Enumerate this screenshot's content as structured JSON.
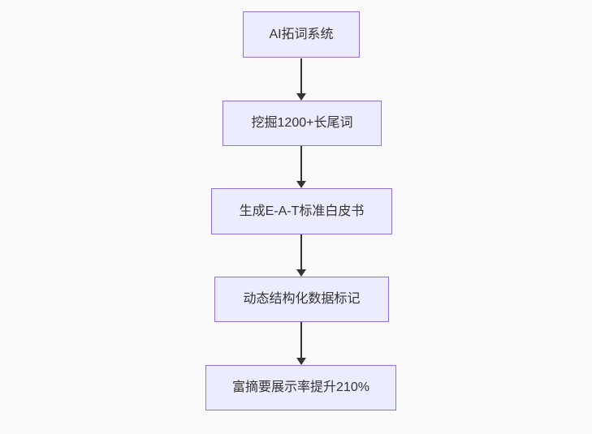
{
  "diagram": {
    "type": "flowchart",
    "direction": "top-down",
    "colors": {
      "background": "#fafafa",
      "node_fill": "#ececff",
      "node_border": "#9370db",
      "arrow": "#333333",
      "text": "#333333"
    },
    "nodes": [
      {
        "id": "n1",
        "label": "AI拓词系统"
      },
      {
        "id": "n2",
        "label": "挖掘1200+长尾词"
      },
      {
        "id": "n3",
        "label": "生成E-A-T标准白皮书"
      },
      {
        "id": "n4",
        "label": "动态结构化数据标记"
      },
      {
        "id": "n5",
        "label": "富摘要展示率提升210%"
      }
    ],
    "edges": [
      {
        "from": "n1",
        "to": "n2"
      },
      {
        "from": "n2",
        "to": "n3"
      },
      {
        "from": "n3",
        "to": "n4"
      },
      {
        "from": "n4",
        "to": "n5"
      }
    ]
  }
}
